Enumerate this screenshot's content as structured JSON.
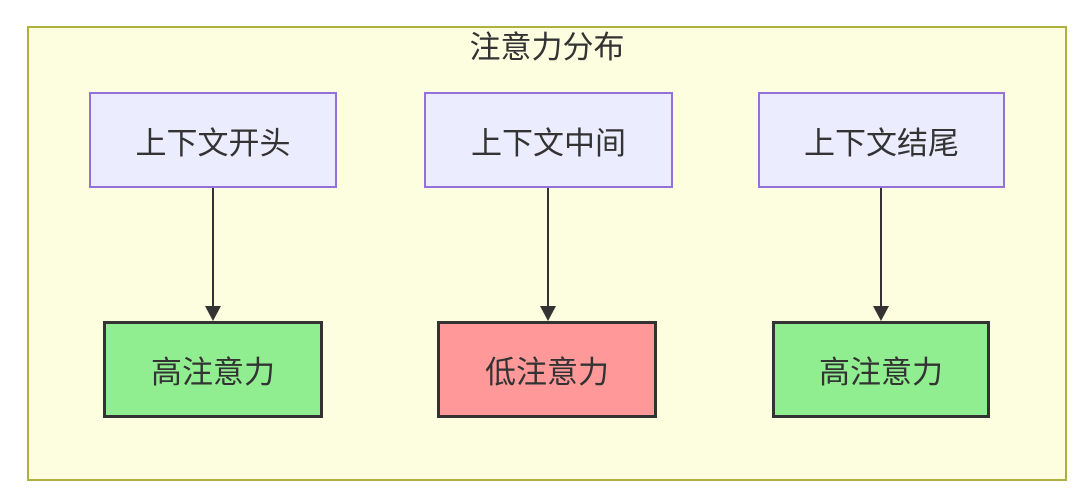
{
  "diagram": {
    "title": "注意力分布",
    "columns": [
      {
        "source": "上下文开头",
        "target": "高注意力",
        "attention": "high"
      },
      {
        "source": "上下文中间",
        "target": "低注意力",
        "attention": "low"
      },
      {
        "source": "上下文结尾",
        "target": "高注意力",
        "attention": "high"
      }
    ],
    "colors": {
      "background": "#fdfde0",
      "frame_border": "#b0b040",
      "context_fill": "#ececff",
      "context_border": "#9370db",
      "high_fill": "#90ee90",
      "low_fill": "#ff9999",
      "node_border": "#333333",
      "arrow": "#333333",
      "text": "#333333"
    }
  }
}
